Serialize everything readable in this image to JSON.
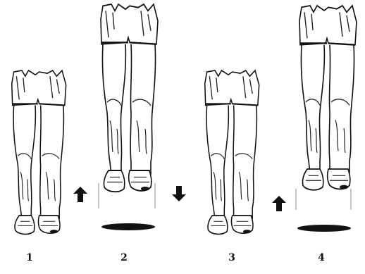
{
  "figure": {
    "frames": [
      {
        "number": "1",
        "phase": "standing"
      },
      {
        "number": "2",
        "phase": "airborne"
      },
      {
        "number": "3",
        "phase": "standing"
      },
      {
        "number": "4",
        "phase": "airborne"
      }
    ],
    "arrows": [
      "up",
      "down",
      "up"
    ],
    "colors": {
      "ink": "#111111",
      "background": "#ffffff"
    },
    "icons": [
      "leg-figure-icon",
      "arrow-up-icon",
      "arrow-down-icon",
      "ground-shadow-icon"
    ]
  }
}
